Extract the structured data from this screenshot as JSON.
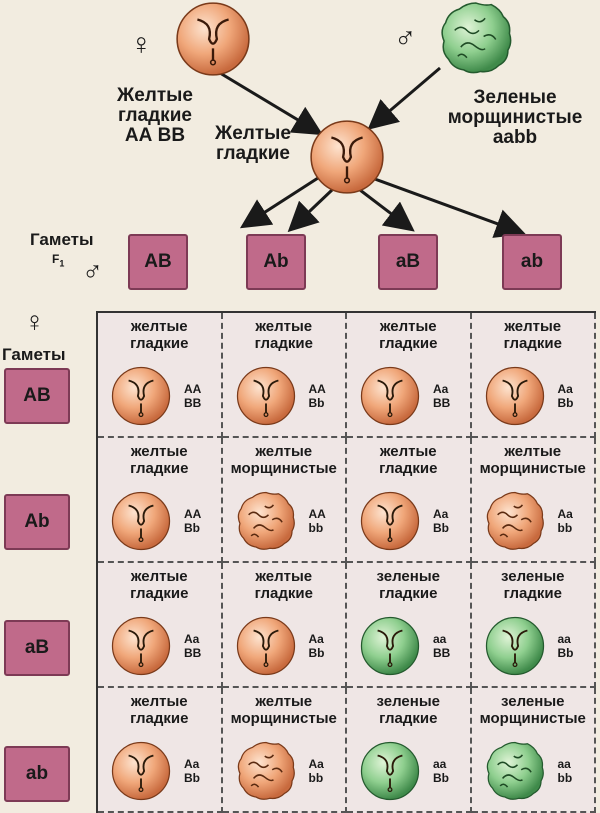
{
  "parents": {
    "female": {
      "symbol": "♀",
      "line1": "Желтые",
      "line2": "гладкие",
      "genotype": "АА ВВ"
    },
    "male": {
      "symbol": "♂",
      "line1": "Зеленые",
      "line2": "морщинистые",
      "genotype": "aabb"
    }
  },
  "f1": {
    "line1": "Желтые",
    "line2": "гладкие"
  },
  "gametes_label": "Гаметы",
  "f1_label": "F",
  "f1_subscript": "1",
  "male_symbol": "♂",
  "female_symbol": "♀",
  "top_gametes": [
    "AB",
    "Ab",
    "aB",
    "ab"
  ],
  "left_gametes": [
    "AB",
    "Ab",
    "aB",
    "ab"
  ],
  "colors": {
    "yellow": "#f0a77a",
    "green": "#8fcf8f",
    "gamete": "#c06a8a"
  },
  "cells": [
    {
      "l1": "желтые",
      "l2": "гладкие",
      "g1": "AA",
      "g2": "BB",
      "color": "yellow",
      "shape": "smooth"
    },
    {
      "l1": "желтые",
      "l2": "гладкие",
      "g1": "AA",
      "g2": "Bb",
      "color": "yellow",
      "shape": "smooth"
    },
    {
      "l1": "желтые",
      "l2": "гладкие",
      "g1": "Aa",
      "g2": "BB",
      "color": "yellow",
      "shape": "smooth"
    },
    {
      "l1": "желтые",
      "l2": "гладкие",
      "g1": "Aa",
      "g2": "Bb",
      "color": "yellow",
      "shape": "smooth"
    },
    {
      "l1": "желтые",
      "l2": "гладкие",
      "g1": "AA",
      "g2": "Bb",
      "color": "yellow",
      "shape": "smooth"
    },
    {
      "l1": "желтые",
      "l2": "морщинистые",
      "g1": "AA",
      "g2": "bb",
      "color": "yellow",
      "shape": "wrinkled"
    },
    {
      "l1": "желтые",
      "l2": "гладкие",
      "g1": "Aa",
      "g2": "Bb",
      "color": "yellow",
      "shape": "smooth"
    },
    {
      "l1": "желтые",
      "l2": "морщинистые",
      "g1": "Aa",
      "g2": "bb",
      "color": "yellow",
      "shape": "wrinkled"
    },
    {
      "l1": "желтые",
      "l2": "гладкие",
      "g1": "Aa",
      "g2": "BB",
      "color": "yellow",
      "shape": "smooth"
    },
    {
      "l1": "желтые",
      "l2": "гладкие",
      "g1": "Aa",
      "g2": "Bb",
      "color": "yellow",
      "shape": "smooth"
    },
    {
      "l1": "зеленые",
      "l2": "гладкие",
      "g1": "aa",
      "g2": "BB",
      "color": "green",
      "shape": "smooth"
    },
    {
      "l1": "зеленые",
      "l2": "гладкие",
      "g1": "aa",
      "g2": "Bb",
      "color": "green",
      "shape": "smooth"
    },
    {
      "l1": "желтые",
      "l2": "гладкие",
      "g1": "Aa",
      "g2": "Bb",
      "color": "yellow",
      "shape": "smooth"
    },
    {
      "l1": "желтые",
      "l2": "морщинистые",
      "g1": "Aa",
      "g2": "bb",
      "color": "yellow",
      "shape": "wrinkled"
    },
    {
      "l1": "зеленые",
      "l2": "гладкие",
      "g1": "aa",
      "g2": "Bb",
      "color": "green",
      "shape": "smooth"
    },
    {
      "l1": "зеленые",
      "l2": "морщинистые",
      "g1": "aa",
      "g2": "bb",
      "color": "green",
      "shape": "wrinkled"
    }
  ]
}
